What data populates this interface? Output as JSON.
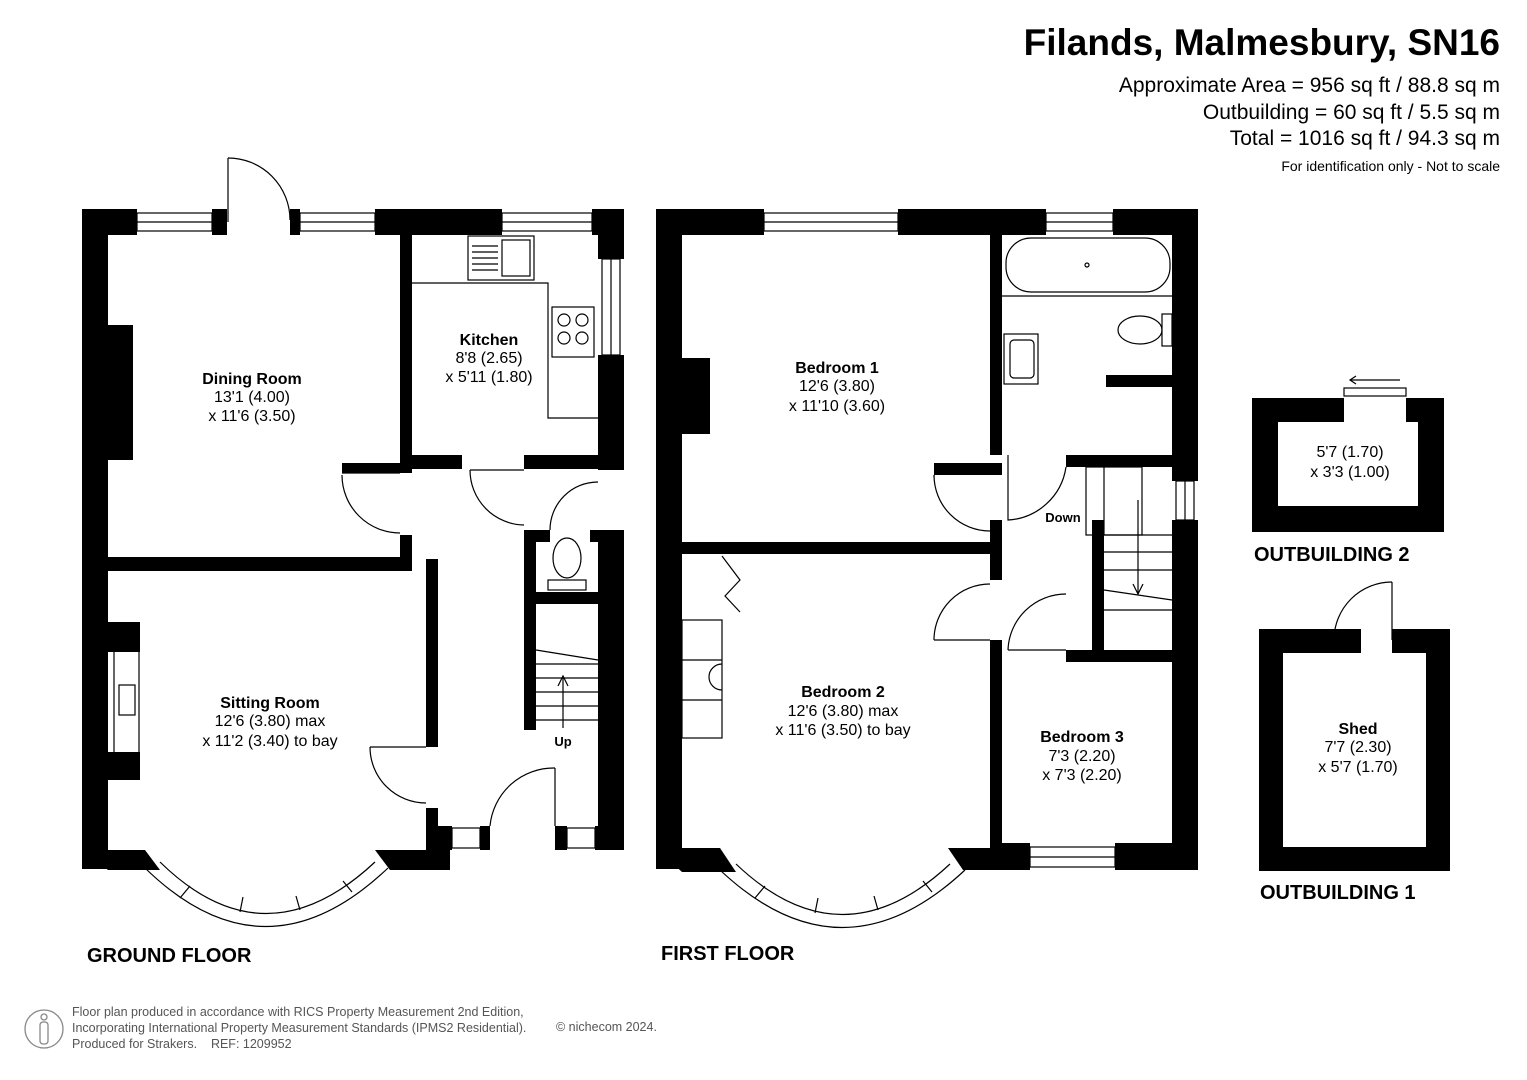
{
  "header": {
    "title": "Filands, Malmesbury, SN16",
    "area_lines": [
      "Approximate Area = 956 sq ft / 88.8 sq m",
      "Outbuilding = 60 sq ft / 5.5 sq m",
      "Total = 1016 sq ft / 94.3 sq m"
    ],
    "note": "For identification only - Not to scale"
  },
  "rooms": {
    "dining": {
      "name": "Dining Room",
      "dim1": "13'1 (4.00)",
      "dim2": "x 11'6 (3.50)"
    },
    "kitchen": {
      "name": "Kitchen",
      "dim1": "8'8 (2.65)",
      "dim2": "x 5'11 (1.80)"
    },
    "sitting": {
      "name": "Sitting Room",
      "dim1": "12'6 (3.80) max",
      "dim2": "x 11'2 (3.40) to bay"
    },
    "bedroom1": {
      "name": "Bedroom 1",
      "dim1": "12'6 (3.80)",
      "dim2": "x 11'10 (3.60)"
    },
    "bedroom2": {
      "name": "Bedroom 2",
      "dim1": "12'6 (3.80) max",
      "dim2": "x 11'6 (3.50) to bay"
    },
    "bedroom3": {
      "name": "Bedroom 3",
      "dim1": "7'3 (2.20)",
      "dim2": "x 7'3 (2.20)"
    },
    "outbuilding2": {
      "dim1": "5'7 (1.70)",
      "dim2": "x 3'3 (1.00)"
    },
    "shed": {
      "name": "Shed",
      "dim1": "7'7 (2.30)",
      "dim2": "x 5'7 (1.70)"
    }
  },
  "stairs": {
    "up": "Up",
    "down": "Down"
  },
  "floors": {
    "ground": "GROUND FLOOR",
    "first": "FIRST FLOOR",
    "outbuilding1": "OUTBUILDING 1",
    "outbuilding2": "OUTBUILDING 2"
  },
  "footer": {
    "lines": [
      "Floor plan produced in accordance with RICS Property Measurement 2nd Edition,",
      "Incorporating International Property Measurement Standards (IPMS2 Residential).",
      "Produced for Strakers.    REF: 1209952"
    ],
    "copyright": "© nichecom 2024."
  },
  "colors": {
    "wall": "#000000",
    "background": "#ffffff",
    "text_muted": "#555555"
  }
}
